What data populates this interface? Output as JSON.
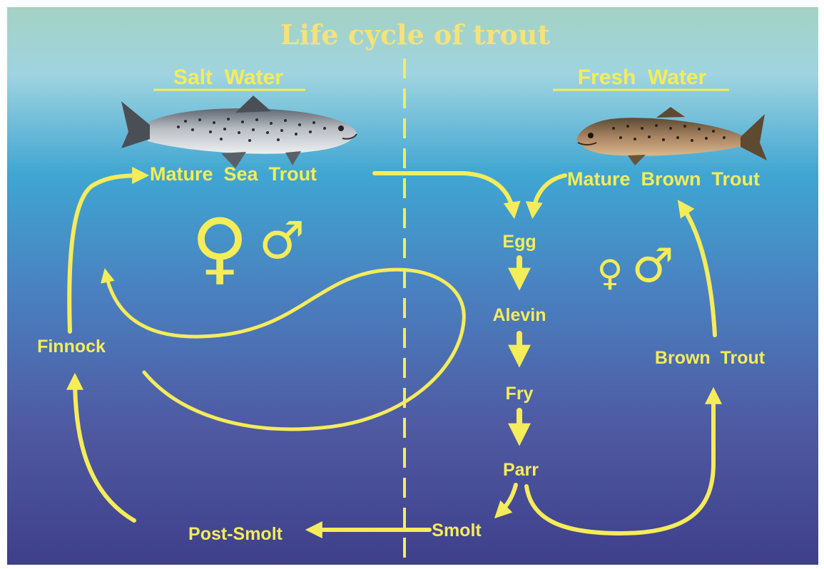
{
  "title": "Life cycle of trout",
  "regions": {
    "salt": "Salt  Water",
    "fresh": "Fresh  Water"
  },
  "stages": {
    "mature_sea_trout": "Mature  Sea  Trout",
    "mature_brown_trout": "Mature  Brown  Trout",
    "egg": "Egg",
    "alevin": "Alevin",
    "fry": "Fry",
    "parr": "Parr",
    "smolt": "Smolt",
    "post_smolt": "Post-Smolt",
    "finnock": "Finnock",
    "brown_trout": "Brown  Trout"
  },
  "symbols": {
    "female": "♀",
    "male": "♂"
  },
  "icons": [
    "sea-trout-fish-icon",
    "brown-trout-fish-icon",
    "female-symbol-icon",
    "male-symbol-icon"
  ],
  "colors": {
    "accent": "#f5ec5a",
    "title": "#f5e27a",
    "background_top": "#a4d2c4",
    "background_bottom": "#3f3f8a"
  }
}
